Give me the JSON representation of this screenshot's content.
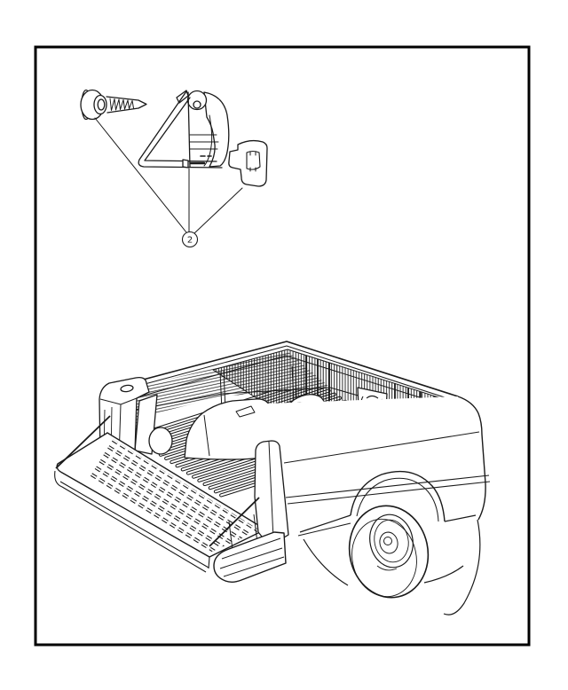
{
  "figure": {
    "kind": "vehicle parts diagram",
    "vehicle": "pickup truck bed with open tailgate",
    "badge": "ram-head-badge"
  },
  "callout": {
    "label": "2"
  },
  "parts": [
    {
      "id": "screw",
      "name": "hex-washer-head-screw"
    },
    {
      "id": "cleat",
      "name": "cargo-tie-down-cleat"
    },
    {
      "id": "clip",
      "name": "retainer-clip"
    }
  ],
  "colors": {
    "background": "#ffffff",
    "frame": "#000000",
    "line": "#1a1a1a"
  }
}
